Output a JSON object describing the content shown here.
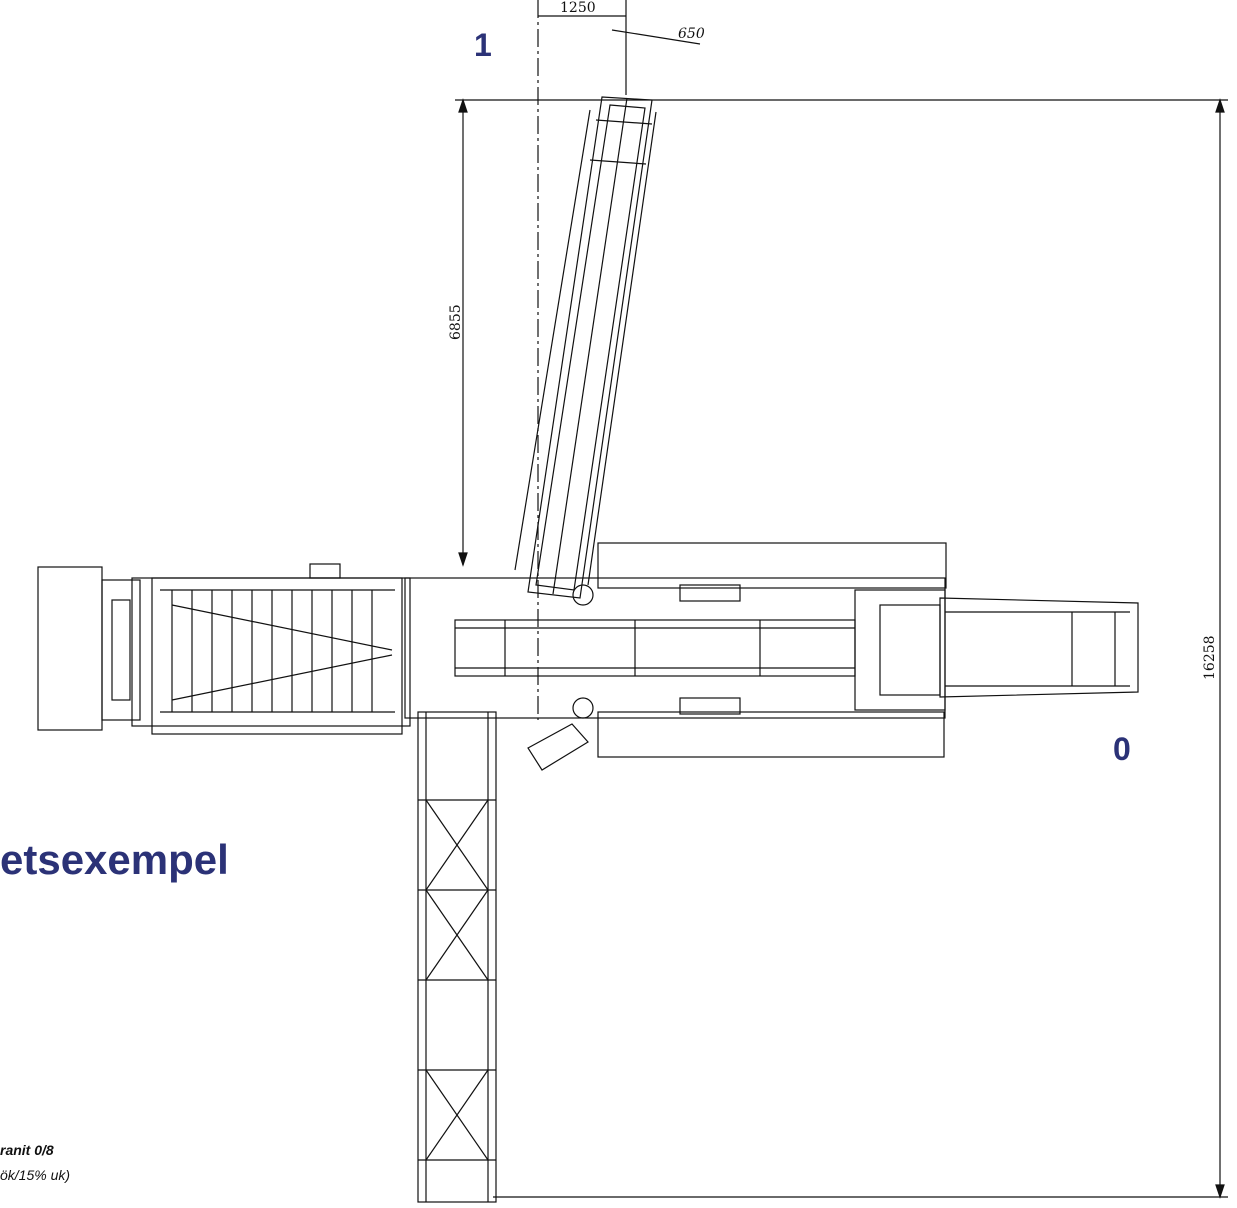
{
  "markers": {
    "conveyor_1": "1",
    "conveyor_0": "0"
  },
  "title": "etsexempel",
  "notes": {
    "material": "ranit 0/8",
    "split": "ök/15% uk)"
  },
  "dimensions": {
    "top_width": "1250",
    "belt_width": "650",
    "height_upper": "6855",
    "total_height": "16258"
  },
  "colors": {
    "accent": "#2b3277",
    "line": "#111111"
  }
}
